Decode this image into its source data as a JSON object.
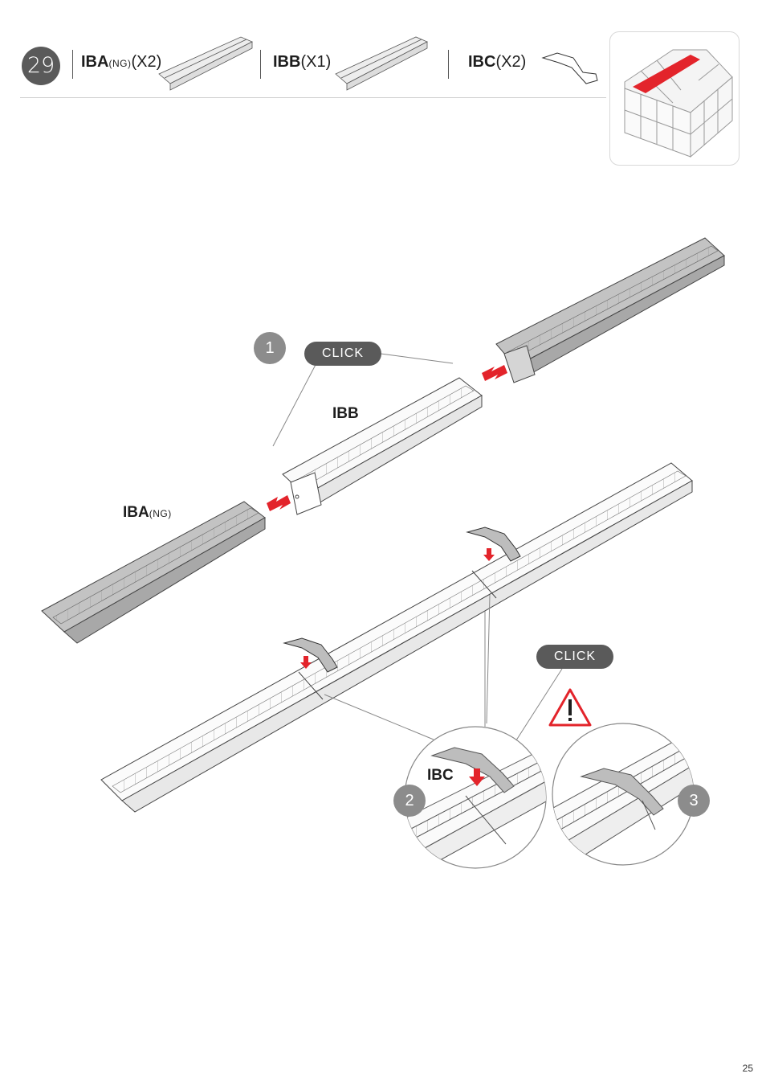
{
  "header": {
    "step_number": "29",
    "parts": [
      {
        "code": "IBA",
        "note": "(NG)",
        "qty": "(X2)"
      },
      {
        "code": "IBB",
        "note": "",
        "qty": "(X1)"
      },
      {
        "code": "IBC",
        "note": "",
        "qty": "(X2)"
      }
    ]
  },
  "callouts": {
    "step_1": "1",
    "step_2": "2",
    "step_3": "3",
    "click_top": "CLICK",
    "click_bottom": "CLICK",
    "label_ibb": "IBB",
    "label_iba": "IBA",
    "label_iba_note": "(NG)",
    "label_ibc": "IBC"
  },
  "colors": {
    "accent_red": "#e3242b",
    "badge_gray": "#5a5a5a",
    "step_circle_gray": "#8c8c8c",
    "part_gray": "#bdbdbd"
  },
  "icons": [
    "warning-triangle-icon"
  ],
  "footer": {
    "page_number": "25"
  }
}
